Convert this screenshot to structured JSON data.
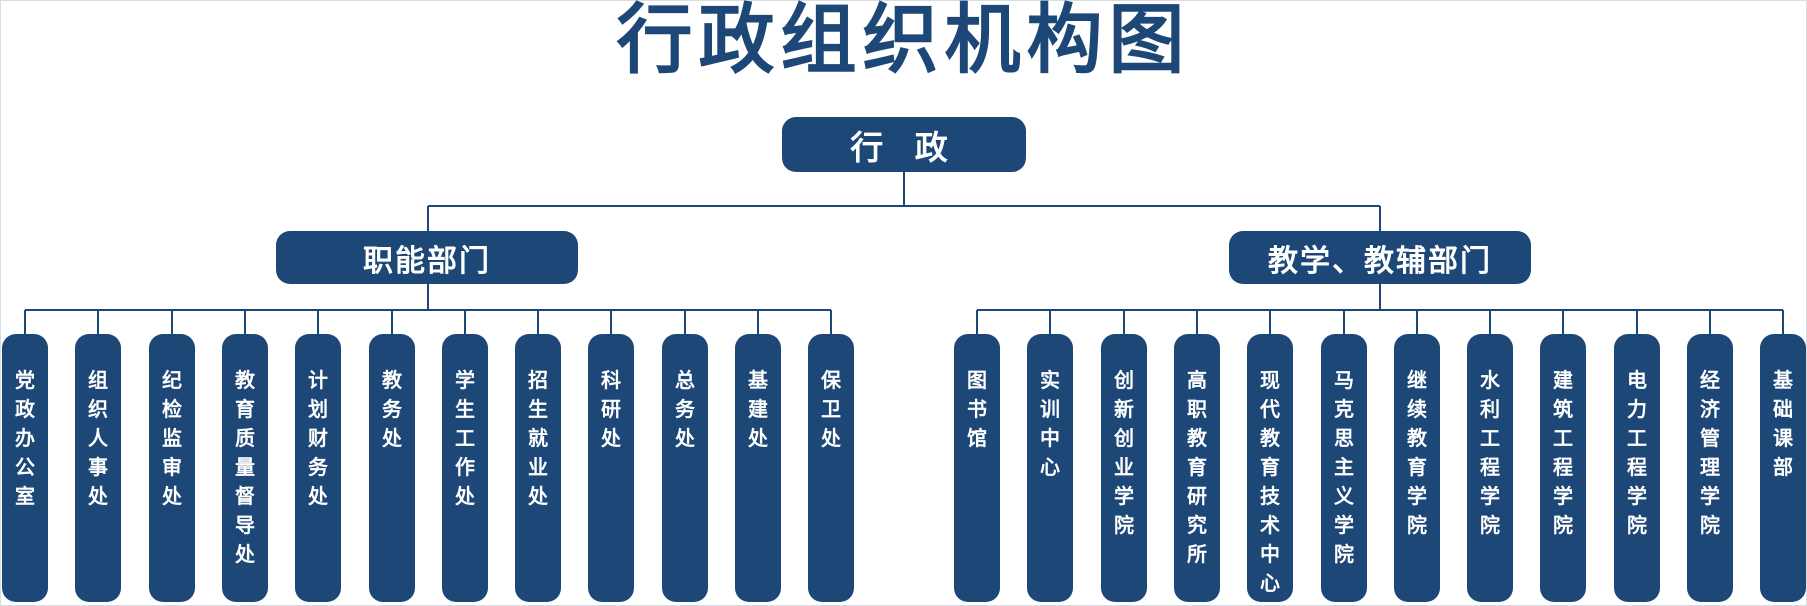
{
  "title": "行政组织机构图",
  "root": {
    "label": "行 政"
  },
  "branches": [
    {
      "label": "职能部门",
      "items": [
        "党政办公室",
        "组织人事处",
        "纪检监审处",
        "教育质量督导处",
        "计划财务处",
        "教务处",
        "学生工作处",
        "招生就业处",
        "科研处",
        "总务处",
        "基建处",
        "保卫处"
      ]
    },
    {
      "label": "教学、教辅部门",
      "items": [
        "图书馆",
        "实训中心",
        "创新创业学院",
        "高职教育研究所",
        "现代教育技术中心",
        "马克思主义学院",
        "继续教育学院",
        "水利工程学院",
        "建筑工程学院",
        "电力工程学院",
        "经济管理学院",
        "基础课部"
      ]
    }
  ],
  "colors": {
    "primary": "#1c4777",
    "text_on_primary": "#ffffff"
  }
}
